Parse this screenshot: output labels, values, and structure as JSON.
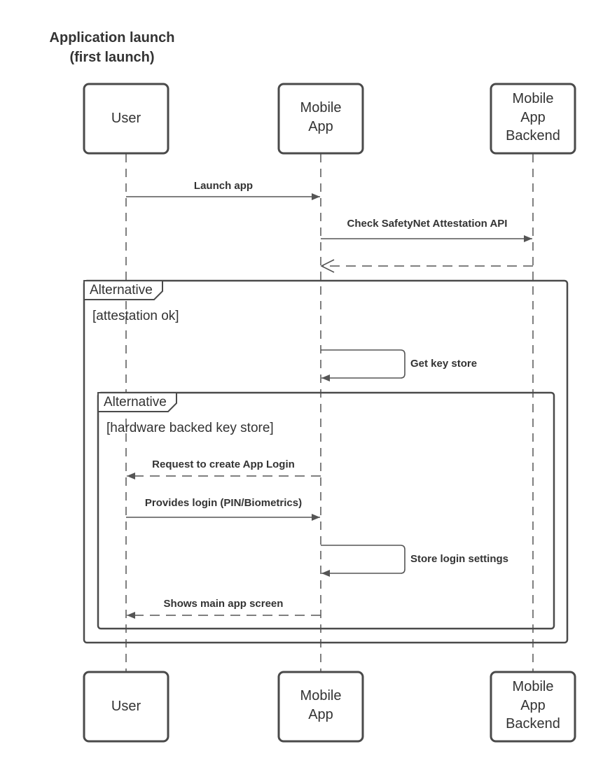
{
  "title": {
    "line1": "Application launch",
    "line2": "(first launch)"
  },
  "participants": {
    "user": {
      "lines": [
        "User"
      ]
    },
    "mobile_app": {
      "lines": [
        "Mobile",
        "App"
      ]
    },
    "backend": {
      "lines": [
        "Mobile",
        "App",
        "Backend"
      ]
    }
  },
  "messages": {
    "launch_app": "Launch app",
    "check_attestation": "Check SafetyNet Attestation API",
    "get_key_store": "Get key store",
    "request_login": "Request to create App Login",
    "provides_login": "Provides login (PIN/Biometrics)",
    "store_login": "Store login settings",
    "shows_main": "Shows main app screen"
  },
  "fragments": {
    "outer": {
      "operator": "Alternative",
      "guard": "[attestation ok]"
    },
    "inner": {
      "operator": "Alternative",
      "guard": "[hardware backed key store]"
    }
  }
}
